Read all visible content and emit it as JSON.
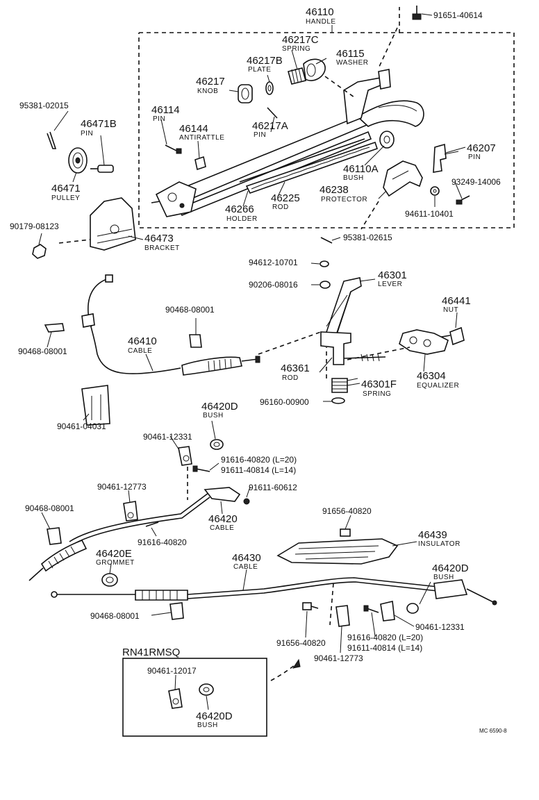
{
  "labels": {
    "p46110": "46110",
    "n46110": "HANDLE",
    "p91651": "91651-40614",
    "p46217C": "46217C",
    "n46217C": "SPRING",
    "p46217B": "46217B",
    "n46217B": "PLATE",
    "p46115": "46115",
    "n46115": "WASHER",
    "p46217": "46217",
    "n46217": "KNOB",
    "p95381a": "95381-02015",
    "p46114": "46114",
    "n46114": "PIN",
    "p46471B": "46471B",
    "n46471B": "PIN",
    "p46144": "46144",
    "n46144": "ANTIRATTLE",
    "p46217A": "46217A",
    "n46217A": "PIN",
    "p46207": "46207",
    "n46207": "PIN",
    "p46110A": "46110A",
    "n46110A": "BUSH",
    "p46471": "46471",
    "n46471": "PULLEY",
    "p93249": "93249-14006",
    "p46238": "46238",
    "n46238": "PROTECTOR",
    "p46225": "46225",
    "n46225": "ROD",
    "p46266": "46266",
    "n46266": "HOLDER",
    "p94611": "94611-10401",
    "p90179": "90179-08123",
    "p46473": "46473",
    "n46473": "BRACKET",
    "p95381b": "95381-02615",
    "p94612": "94612-10701",
    "p46301": "46301",
    "n46301": "LEVER",
    "p90206": "90206-08016",
    "p46441": "46441",
    "n46441": "NUT",
    "p90468a": "90468-08001",
    "p90468b": "90468-08001",
    "p46410": "46410",
    "n46410": "CABLE",
    "p46361": "46361",
    "n46361": "ROD",
    "p46304": "46304",
    "n46304": "EQUALIZER",
    "p46301F": "46301F",
    "n46301F": "SPRING",
    "p96160": "96160-00900",
    "p90461a": "90461-04031",
    "p46420Da": "46420D",
    "n46420Da": "BUSH",
    "p90461b": "90461-12331",
    "p91616a": "91616-40820 (L=20)",
    "p91611a": "91611-40814 (L=14)",
    "p90461c": "90461-12773",
    "p91611b": "91611-60612",
    "p90468c": "90468-08001",
    "p46420": "46420",
    "n46420": "CABLE",
    "p91616b": "91616-40820",
    "p91656a": "91656-40820",
    "p46439": "46439",
    "n46439": "INSULATOR",
    "p46420E": "46420E",
    "n46420E": "GROMMET",
    "p46430": "46430",
    "n46430": "CABLE",
    "p46420Db": "46420D",
    "n46420Db": "BUSH",
    "p90468d": "90468-08001",
    "p90461d": "90461-12331",
    "p91656b": "91656-40820",
    "p91616c": "91616-40820 (L=20)",
    "p91611c": "91611-40814 (L=14)",
    "p90461e": "90461-12773",
    "model": "RN41RMSQ",
    "p90461f": "90461-12017",
    "p46420Dc": "46420D",
    "n46420Dc": "BUSH",
    "code": "MC 6590-8"
  }
}
